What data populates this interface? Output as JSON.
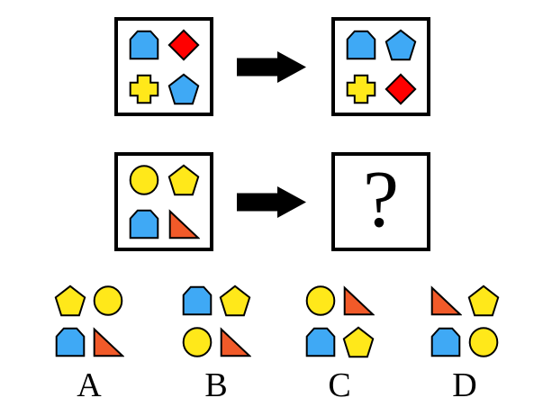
{
  "colors": {
    "blue": "#3fa9f5",
    "red": "#ff0000",
    "yellow": "#ffe81a",
    "orange": "#f15a29",
    "stroke": "#000000",
    "background": "#ffffff",
    "arrow": "#000000"
  },
  "puzzle": {
    "example_row": {
      "source_shapes": [
        {
          "position": "top-left",
          "shape": "tombstone",
          "color": "blue"
        },
        {
          "position": "top-right",
          "shape": "diamond",
          "color": "red"
        },
        {
          "position": "bottom-left",
          "shape": "cross",
          "color": "yellow"
        },
        {
          "position": "bottom-right",
          "shape": "pentagon",
          "color": "blue"
        }
      ],
      "result_shapes": [
        {
          "position": "top-left",
          "shape": "tombstone",
          "color": "blue"
        },
        {
          "position": "top-right",
          "shape": "pentagon",
          "color": "blue"
        },
        {
          "position": "bottom-left",
          "shape": "cross",
          "color": "yellow"
        },
        {
          "position": "bottom-right",
          "shape": "diamond",
          "color": "red"
        }
      ]
    },
    "question_row": {
      "source_shapes": [
        {
          "position": "top-left",
          "shape": "circle",
          "color": "yellow"
        },
        {
          "position": "top-right",
          "shape": "pentagon",
          "color": "yellow"
        },
        {
          "position": "bottom-left",
          "shape": "tombstone",
          "color": "blue"
        },
        {
          "position": "bottom-right",
          "shape": "triangle",
          "color": "orange"
        }
      ],
      "question_mark": "?"
    }
  },
  "answers": [
    {
      "label": "A",
      "shapes": [
        {
          "position": "top-left",
          "shape": "pentagon",
          "color": "yellow"
        },
        {
          "position": "top-right",
          "shape": "circle",
          "color": "yellow"
        },
        {
          "position": "bottom-left",
          "shape": "tombstone",
          "color": "blue"
        },
        {
          "position": "bottom-right",
          "shape": "triangle",
          "color": "orange"
        }
      ]
    },
    {
      "label": "B",
      "shapes": [
        {
          "position": "top-left",
          "shape": "tombstone",
          "color": "blue"
        },
        {
          "position": "top-right",
          "shape": "pentagon",
          "color": "yellow"
        },
        {
          "position": "bottom-left",
          "shape": "circle",
          "color": "yellow"
        },
        {
          "position": "bottom-right",
          "shape": "triangle",
          "color": "orange"
        }
      ]
    },
    {
      "label": "C",
      "shapes": [
        {
          "position": "top-left",
          "shape": "circle",
          "color": "yellow"
        },
        {
          "position": "top-right",
          "shape": "triangle",
          "color": "orange"
        },
        {
          "position": "bottom-left",
          "shape": "tombstone",
          "color": "blue"
        },
        {
          "position": "bottom-right",
          "shape": "pentagon",
          "color": "yellow"
        }
      ]
    },
    {
      "label": "D",
      "shapes": [
        {
          "position": "top-left",
          "shape": "triangle",
          "color": "orange"
        },
        {
          "position": "top-right",
          "shape": "pentagon",
          "color": "yellow"
        },
        {
          "position": "bottom-left",
          "shape": "tombstone",
          "color": "blue"
        },
        {
          "position": "bottom-right",
          "shape": "circle",
          "color": "yellow"
        }
      ]
    }
  ]
}
